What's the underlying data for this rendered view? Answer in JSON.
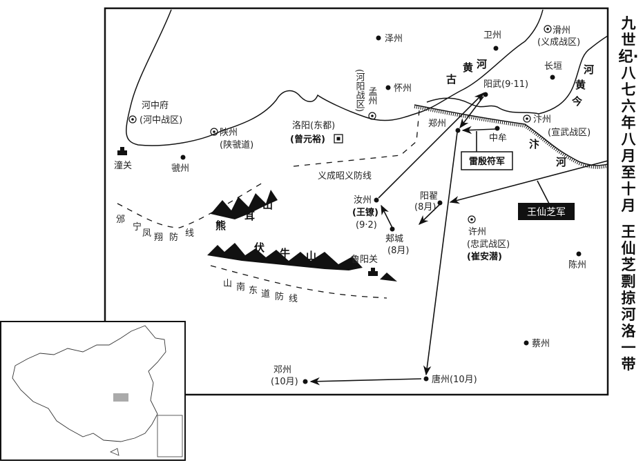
{
  "title": {
    "line1": "九世纪·八七六年八月至十月",
    "line2": "王仙芝剽掠河洛一带"
  },
  "places": {
    "zezhou": "泽州",
    "weizhou": "卫州",
    "huazhou": "滑州",
    "huazhou_zone": "(义成战区)",
    "changyuan": "长垣",
    "heyang_zone": "(河阳战区)",
    "mengzhou": "孟州",
    "huaizhou": "怀州",
    "yangwu": "阳武(9·11)",
    "zhengzhou": "郑州",
    "zhongmou": "中牟",
    "bianzhou": "汴州",
    "bianzhou_zone": "(宣武战区)",
    "hezhongfu": "河中府",
    "hezhong_zone": "(河中战区)",
    "shanzhou": "陕州",
    "shanguo": "(陕虢道)",
    "tongguan": "潼关",
    "guozhou": "虢州",
    "luoyang": "洛阳(东都)",
    "zeng": "(曾元裕)",
    "ruzhou": "汝州",
    "wangliao": "(王镣)",
    "ruzhou_date": "(9·2)",
    "yangdi": "阳翟",
    "yangdi_date": "(8月)",
    "jiacheng": "郏城",
    "jiacheng_date": "(8月)",
    "xuzhou": "许州",
    "xuzhou_zone": "(忠武战区)",
    "cui": "(崔安潜)",
    "luyangguan": "鲁阳关",
    "chenzhou": "陈州",
    "caizhou": "蔡州",
    "tangzhou": "唐州(10月)",
    "dengzhou": "邓州",
    "dengzhou_date": "(10月)"
  },
  "rivers": {
    "old_yellow": [
      "古",
      "黄",
      "河"
    ],
    "new_yellow": [
      "河",
      "黄",
      "今"
    ],
    "bian": [
      "汴",
      "河"
    ]
  },
  "mountains": {
    "xiong_er": [
      "熊",
      "耳",
      "山"
    ],
    "funiu": [
      "伏",
      "牛",
      "山"
    ]
  },
  "defense_lines": {
    "yicheng": "义成昭义防线",
    "binning": [
      "邠",
      "宁",
      "凤",
      "翔",
      "防",
      "线"
    ],
    "shannan": [
      "山",
      "南",
      "东",
      "道",
      "防",
      "线"
    ]
  },
  "armies": {
    "lei": "雷殷符军",
    "wang": "王仙芝军"
  }
}
